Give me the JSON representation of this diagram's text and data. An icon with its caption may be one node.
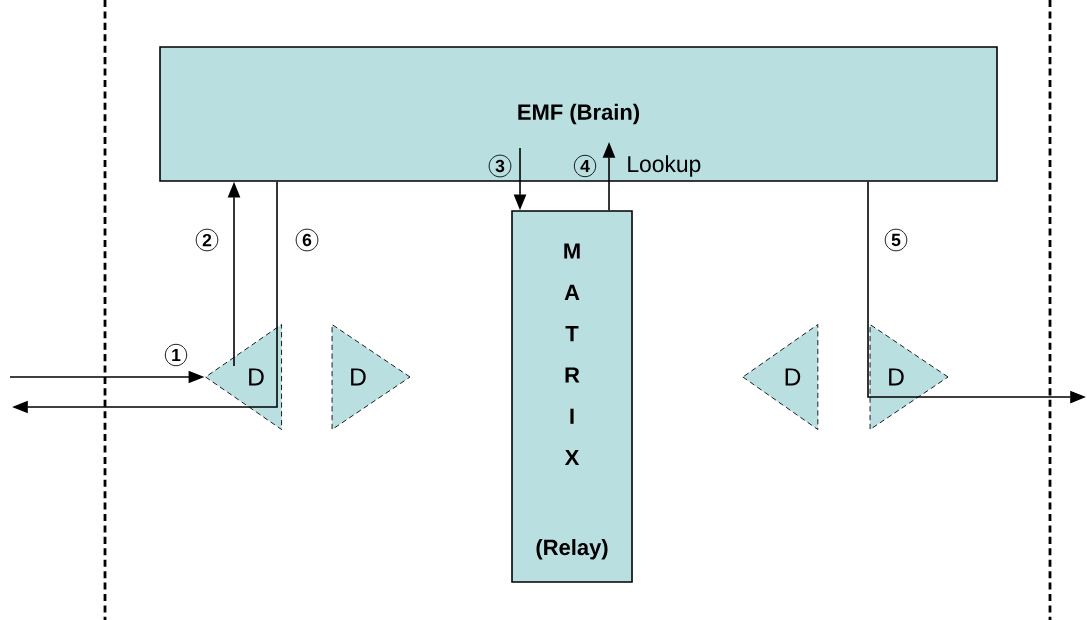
{
  "diagram": {
    "nodes": [
      {
        "text": [
          "EMF (Brain)"
        ]
      },
      {
        "text": [
          "M A T R I X",
          "(Relay)"
        ]
      },
      {
        "text": [
          "D"
        ]
      },
      {
        "text": [
          "D"
        ]
      },
      {
        "text": [
          "D"
        ]
      },
      {
        "text": [
          "D"
        ]
      }
    ],
    "edges": [
      {
        "from": null,
        "to": 2,
        "arrow": "to",
        "label": "1"
      },
      {
        "from": 2,
        "to": 0,
        "arrow": "to",
        "label": "2"
      },
      {
        "from": 0,
        "to": 1,
        "arrow": "to",
        "label": "3"
      },
      {
        "from": 1,
        "to": 0,
        "arrow": "to",
        "label": "4"
      },
      {
        "from": 0,
        "to": null,
        "arrow": "to",
        "label": "5"
      },
      {
        "from": 0,
        "to": null,
        "arrow": "to",
        "label": "6"
      }
    ],
    "labels": [
      "Lookup"
    ]
  }
}
